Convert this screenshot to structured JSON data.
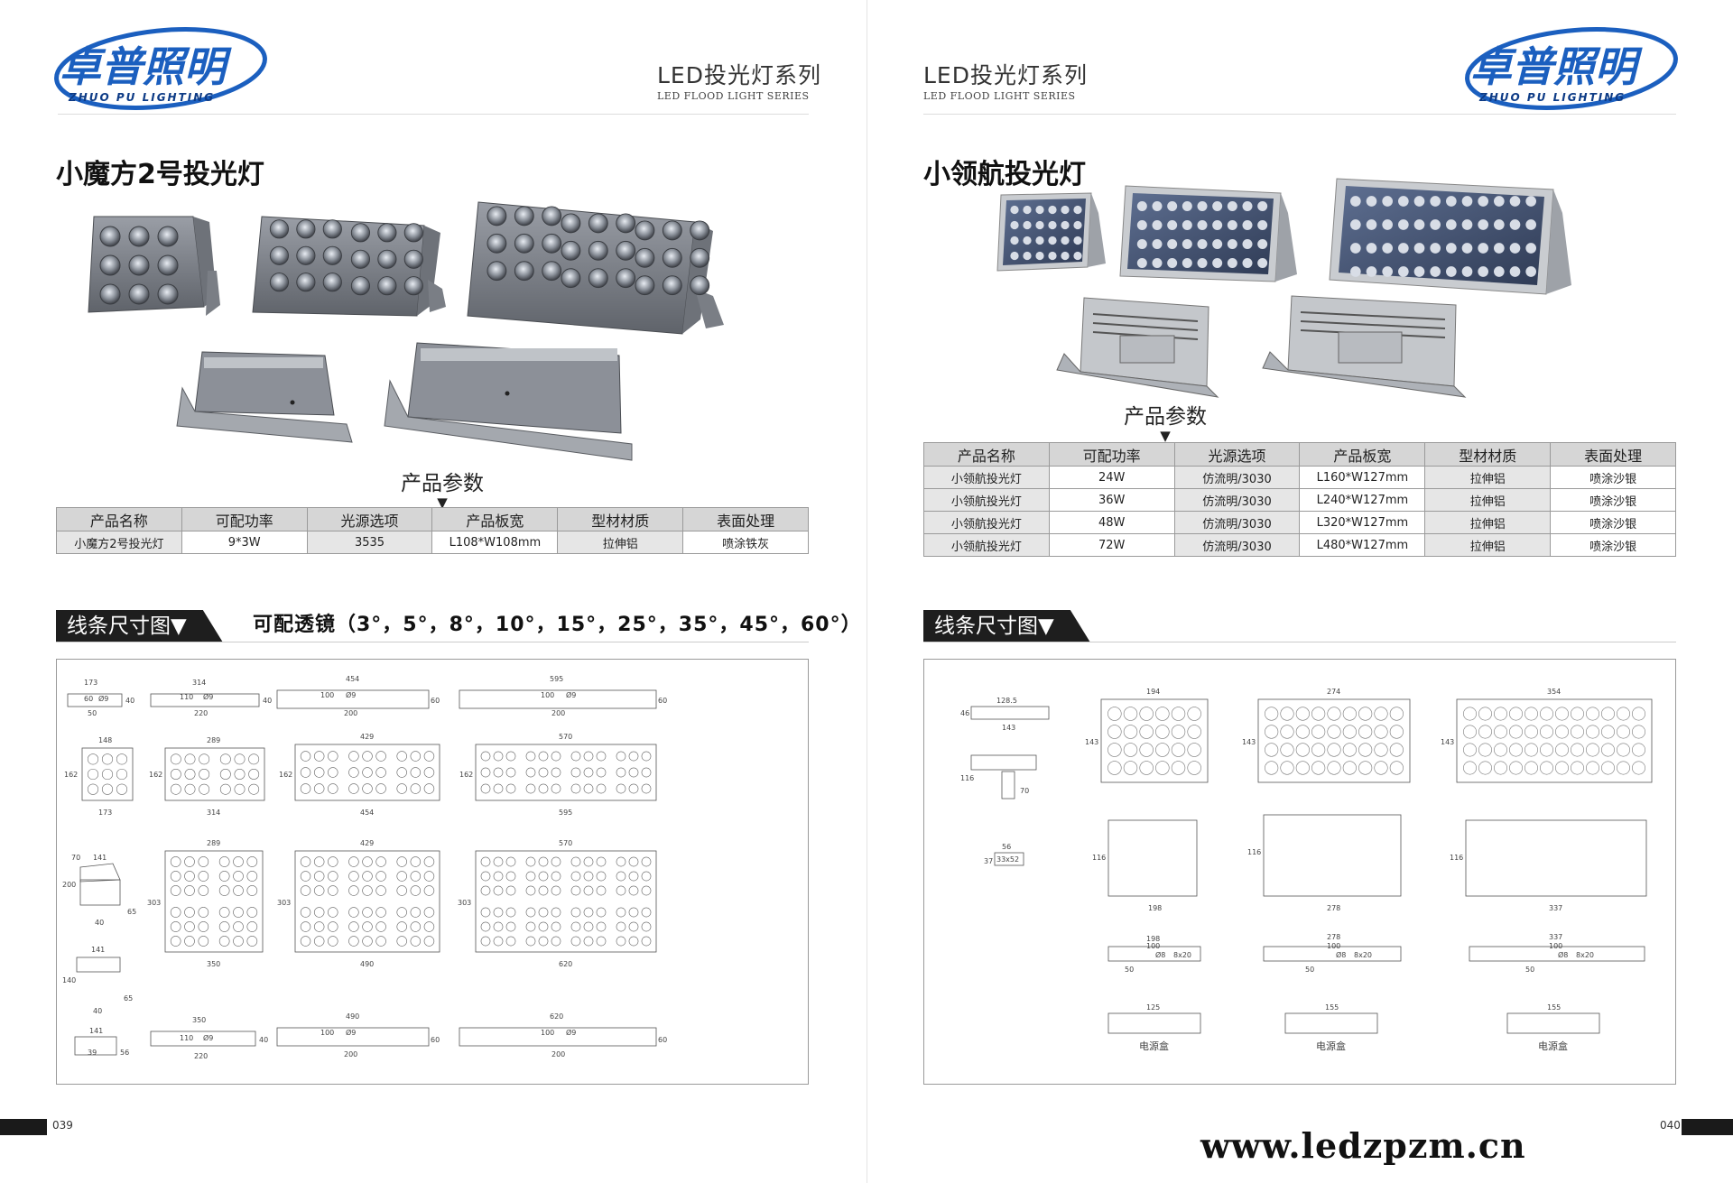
{
  "brand": {
    "name_cn": "卓普照明",
    "name_en": "ZHUO PU LIGHTING",
    "colors": {
      "logo_blue": "#1b5fbf",
      "logo_dark": "#0d3b86",
      "bar": "#1e1e1e",
      "table_header": "#d6d6d6"
    }
  },
  "series": {
    "cn": "LED投光灯系列",
    "en": "LED FLOOD LIGHT SERIES"
  },
  "left": {
    "title": "小魔方2号投光灯",
    "params_label": "产品参数",
    "table": {
      "headers": [
        "产品名称",
        "可配功率",
        "光源选项",
        "产品板宽",
        "型材材质",
        "表面处理"
      ],
      "rows": [
        [
          "小魔方2号投光灯",
          "9*3W",
          "3535",
          "L108*W108mm",
          "拉伸铝",
          "喷涂铁灰"
        ]
      ]
    },
    "section_title": "线条尺寸图▼",
    "lens_note": "可配透镜（3°，5°，8°，10°，15°，25°，35°，45°，60°）",
    "page_number": "039",
    "drawing": {
      "side_views": [
        {
          "w": "173",
          "h": "40",
          "inner": "60",
          "hole": "Ø9",
          "b": "50"
        },
        {
          "w": "314",
          "h": "40",
          "inner": "110",
          "hole": "Ø9",
          "b": "220"
        },
        {
          "w": "454",
          "h": "60",
          "inner": "100",
          "hole": "Ø9",
          "b": "200"
        },
        {
          "w": "595",
          "h": "60",
          "inner": "100",
          "hole": "Ø9",
          "b": "200"
        }
      ],
      "front_views": [
        {
          "top": "148",
          "h": "162",
          "bottom": "173"
        },
        {
          "top": "289",
          "h": "162",
          "bottom": "314"
        },
        {
          "top": "429",
          "h": "162",
          "bottom": "454"
        },
        {
          "top": "570",
          "h": "162",
          "bottom": "595"
        }
      ],
      "double_views": [
        {
          "top": "289",
          "h": "303",
          "bottom": "350"
        },
        {
          "top": "429",
          "h": "303",
          "bottom": "490"
        },
        {
          "top": "570",
          "h": "303",
          "bottom": "620"
        }
      ],
      "bottom_views": [
        {
          "w": "350",
          "h": "40",
          "inner": "110",
          "hole": "Ø9",
          "b": "220"
        },
        {
          "w": "490",
          "h": "60",
          "inner": "100",
          "hole": "Ø9",
          "b": "200"
        },
        {
          "w": "620",
          "h": "60",
          "inner": "100",
          "hole": "Ø9",
          "b": "200"
        }
      ],
      "bracket": {
        "a": "141",
        "b": "70",
        "c": "200",
        "d": "65",
        "e": "40",
        "f": "140",
        "g": "141",
        "h": "65",
        "i": "40",
        "j": "141",
        "k": "39",
        "l": "56"
      }
    }
  },
  "right": {
    "title": "小领航投光灯",
    "params_label": "产品参数",
    "table": {
      "headers": [
        "产品名称",
        "可配功率",
        "光源选项",
        "产品板宽",
        "型材材质",
        "表面处理"
      ],
      "rows": [
        [
          "小领航投光灯",
          "24W",
          "仿流明/3030",
          "L160*W127mm",
          "拉伸铝",
          "喷涂沙银"
        ],
        [
          "小领航投光灯",
          "36W",
          "仿流明/3030",
          "L240*W127mm",
          "拉伸铝",
          "喷涂沙银"
        ],
        [
          "小领航投光灯",
          "48W",
          "仿流明/3030",
          "L320*W127mm",
          "拉伸铝",
          "喷涂沙银"
        ],
        [
          "小领航投光灯",
          "72W",
          "仿流明/3030",
          "L480*W127mm",
          "拉伸铝",
          "喷涂沙银"
        ]
      ]
    },
    "section_title": "线条尺寸图▼",
    "page_number": "040",
    "url": "www.ledzpzm.cn",
    "drawing": {
      "profile": {
        "h": "46",
        "w1": "128.5",
        "w2": "143",
        "bracket_h": "116",
        "bracket_b": "70",
        "clip_w": "56",
        "clip_h": "37",
        "clip_label": "33x52"
      },
      "fronts": [
        {
          "top": "194",
          "h": "143"
        },
        {
          "top": "274",
          "h": "143"
        },
        {
          "top": "354",
          "h": "143"
        }
      ],
      "backs": [
        {
          "h": "116",
          "bottom": "198"
        },
        {
          "h": "116",
          "bottom": "278"
        },
        {
          "h": "116",
          "bottom": "337"
        }
      ],
      "mounts": [
        {
          "w": "198",
          "inner": "100",
          "hole": "Ø8",
          "slot": "8x20",
          "b": "50"
        },
        {
          "w": "278",
          "inner": "100",
          "hole": "Ø8",
          "slot": "8x20",
          "b": "50"
        },
        {
          "w": "337",
          "inner": "100",
          "hole": "Ø8",
          "slot": "8x20",
          "b": "50"
        }
      ],
      "psu": [
        {
          "w": "125",
          "label": "电源盒"
        },
        {
          "w": "155",
          "label": "电源盒"
        },
        {
          "w": "155",
          "label": "电源盒"
        }
      ]
    }
  }
}
